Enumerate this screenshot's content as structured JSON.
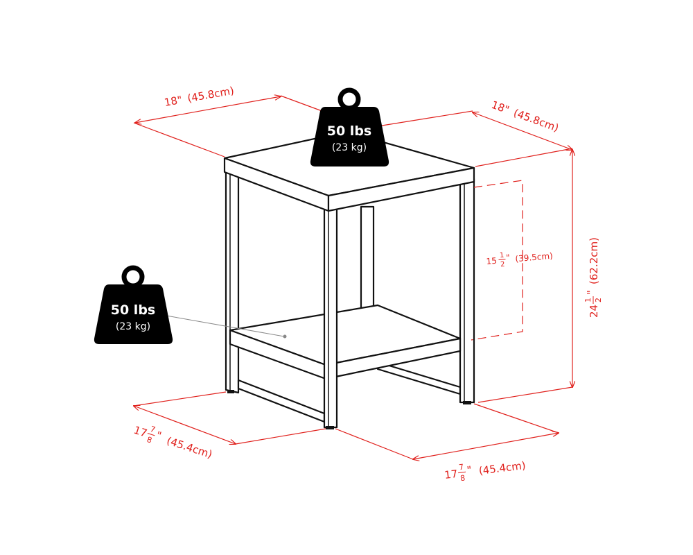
{
  "colors": {
    "dimension": "#e0201c",
    "outline": "#111111",
    "weight_badge": "#000000"
  },
  "weights": [
    {
      "weight": "50 lbs",
      "metric": "(23 kg)",
      "location": "top"
    },
    {
      "weight": "50 lbs",
      "metric": "(23 kg)",
      "location": "shelf"
    }
  ],
  "dimensions": {
    "top_width": {
      "imperial": "18\"",
      "metric": "(45.8cm)"
    },
    "top_depth": {
      "imperial": "18\"",
      "metric": "(45.8cm)"
    },
    "height": {
      "whole": "24",
      "num": "1",
      "den": "2",
      "unit": "\"",
      "metric": "(62.2cm)"
    },
    "shelf_clearance": {
      "whole": "15",
      "num": "1",
      "den": "2",
      "unit": "\"",
      "metric": "(39.5cm)"
    },
    "base_left": {
      "whole": "17",
      "num": "7",
      "den": "8",
      "unit": "\"",
      "metric": "(45.4cm)"
    },
    "base_right": {
      "whole": "17",
      "num": "7",
      "den": "8",
      "unit": "\"",
      "metric": "(45.4cm)"
    }
  }
}
